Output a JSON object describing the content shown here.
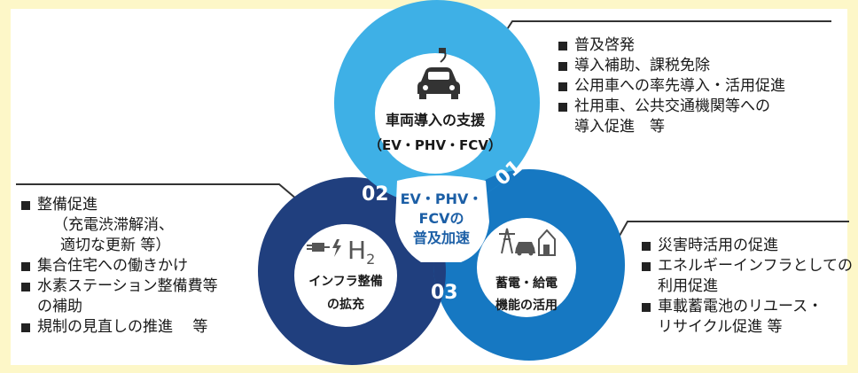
{
  "center": {
    "line1": "EV・PHV・",
    "line2": "FCVの",
    "line3": "普及加速"
  },
  "top_circle": {
    "number": "01",
    "title": "車両導入の支援",
    "subtitle": "（EV・PHV・FCV）",
    "icon": "car-plug-icon",
    "color": "#3eb0e6",
    "items": [
      "普及啓発",
      "導入補助、課税免除",
      "公用車への率先導入・活用促進",
      "社用車、公共交通機関等への",
      "導入促進　等"
    ]
  },
  "left_circle": {
    "number": "02",
    "title": "インフラ整備",
    "subtitle": "の拡充",
    "icon_text": "H",
    "icon_sub": "2",
    "icon": "charger-hydrogen-icon",
    "color": "#203f7e",
    "items": [
      "整備促進",
      "（充電渋滞解消、",
      "適切な更新 等）",
      "集合住宅への働きかけ",
      "水素ステーション整備費等",
      "の補助",
      "規制の見直しの推進　 等"
    ]
  },
  "right_circle": {
    "number": "03",
    "title": "蓄電・給電",
    "subtitle": "機能の活用",
    "icon": "tower-car-house-icon",
    "color": "#1678c2",
    "items": [
      "災害時活用の促進",
      "エネルギーインフラとしての",
      "利用促進",
      "車載蓄電池のリユース・",
      "リサイクル促進 等"
    ]
  }
}
